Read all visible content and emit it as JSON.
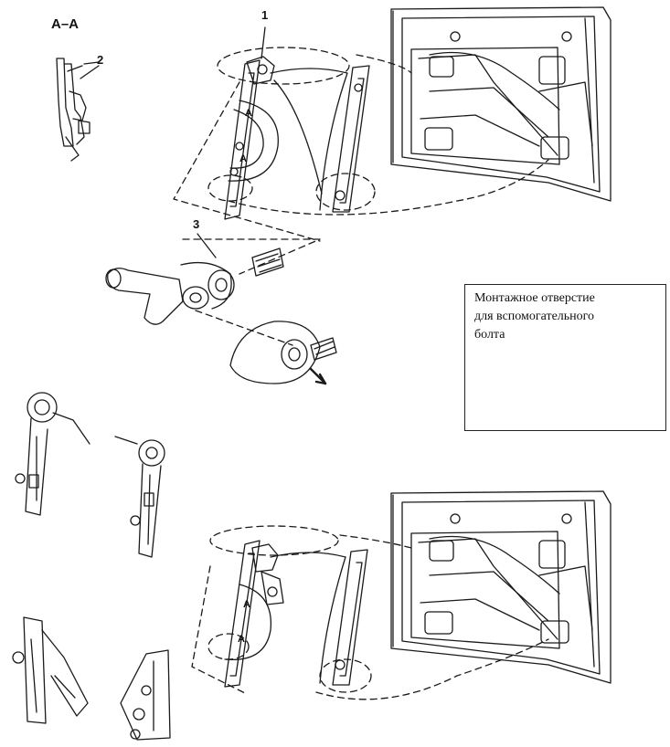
{
  "section_label": "A–A",
  "callouts": [
    "1",
    "2",
    "3"
  ],
  "section_marks": [
    "A",
    "A",
    "A",
    "A"
  ],
  "inset_note": {
    "lines": [
      "Монтажное отверстие",
      "для вспомогательного",
      "болта"
    ]
  }
}
